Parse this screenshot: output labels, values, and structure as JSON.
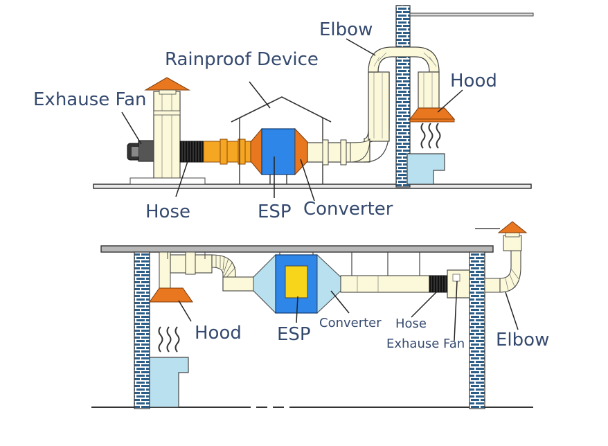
{
  "colors": {
    "orange": "#e8771f",
    "orange_light": "#f5a623",
    "blue": "#2e86e8",
    "yellow": "#f7d51b",
    "duct": "#fbf9d9",
    "hood_base": "#b8e0ee",
    "label": "#34496e",
    "line": "#2a2a2a"
  },
  "top_system": {
    "labels": {
      "elbow": "Elbow",
      "rainproof": "Rainproof  Device",
      "hood": "Hood",
      "exhaust_fan": "Exhause Fan",
      "hose": "Hose",
      "esp": "ESP",
      "converter": "Converter"
    }
  },
  "bottom_system": {
    "labels": {
      "hood": "Hood",
      "esp": "ESP",
      "converter": "Converter",
      "hose": "Hose",
      "exhaust_fan": "Exhause Fan",
      "elbow": "Elbow"
    }
  }
}
